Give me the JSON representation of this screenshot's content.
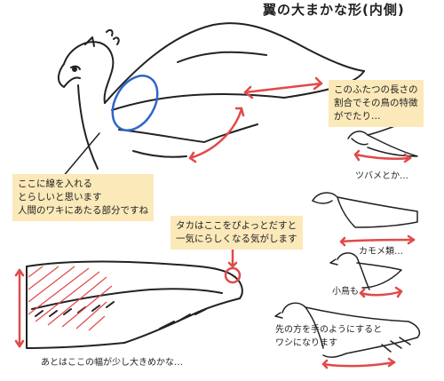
{
  "title": "翼の大まかな形(内側)",
  "notes": {
    "ratio": [
      "このふたつの長さの",
      "割合でその鳥の特徴",
      "がでたり…"
    ],
    "armpit": [
      "ここに線を入れる",
      "とらしいと思います",
      "人間のワキにあたる部分ですね"
    ],
    "hawk": [
      "タカはここをぴよっとだすと",
      "一気にらしくなる気がします"
    ]
  },
  "labels": {
    "swallow": "ツバメとか…",
    "gull": "カモメ類…",
    "small_bird": "小鳥も",
    "eagle_line1": "先の方を手のようにすると",
    "eagle_line2": "ワシになります",
    "width": "あとはここの幅が少し大きめかな…"
  },
  "colors": {
    "accent": "#e04a4a",
    "highlight": "#2f66c9",
    "note_bg": "#fbe9b9",
    "ink": "#222222"
  }
}
